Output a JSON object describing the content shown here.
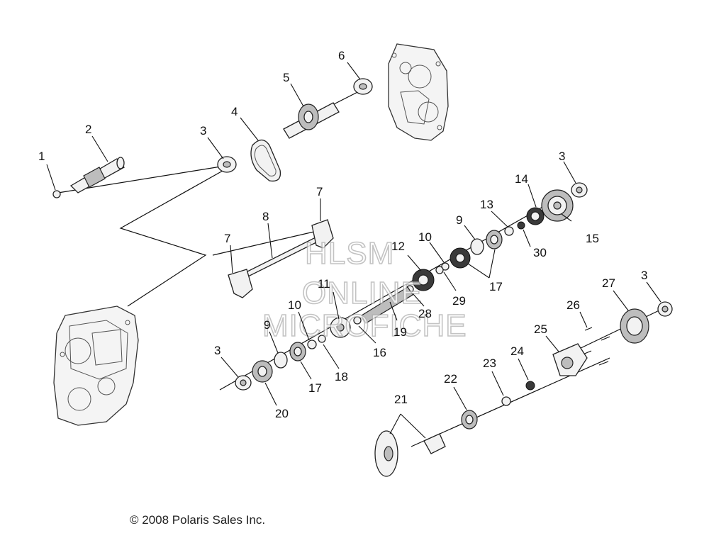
{
  "copyright": "© 2008 Polaris Sales Inc.",
  "watermark": [
    "HLSM",
    "ONLINE",
    "MICROFICHE"
  ],
  "callouts": {
    "c1": "1",
    "c2": "2",
    "c3a": "3",
    "c3b": "3",
    "c3c": "3",
    "c3d": "3",
    "c4": "4",
    "c5": "5",
    "c6": "6",
    "c7a": "7",
    "c7b": "7",
    "c8": "8",
    "c9a": "9",
    "c9b": "9",
    "c10a": "10",
    "c10b": "10",
    "c11": "11",
    "c12": "12",
    "c13": "13",
    "c14": "14",
    "c15": "15",
    "c16": "16",
    "c17a": "17",
    "c17b": "17",
    "c18": "18",
    "c19": "19",
    "c20": "20",
    "c21": "21",
    "c22": "22",
    "c23": "23",
    "c24": "24",
    "c25": "25",
    "c26": "26",
    "c27": "27",
    "c28": "28",
    "c29": "29",
    "c30": "30"
  }
}
